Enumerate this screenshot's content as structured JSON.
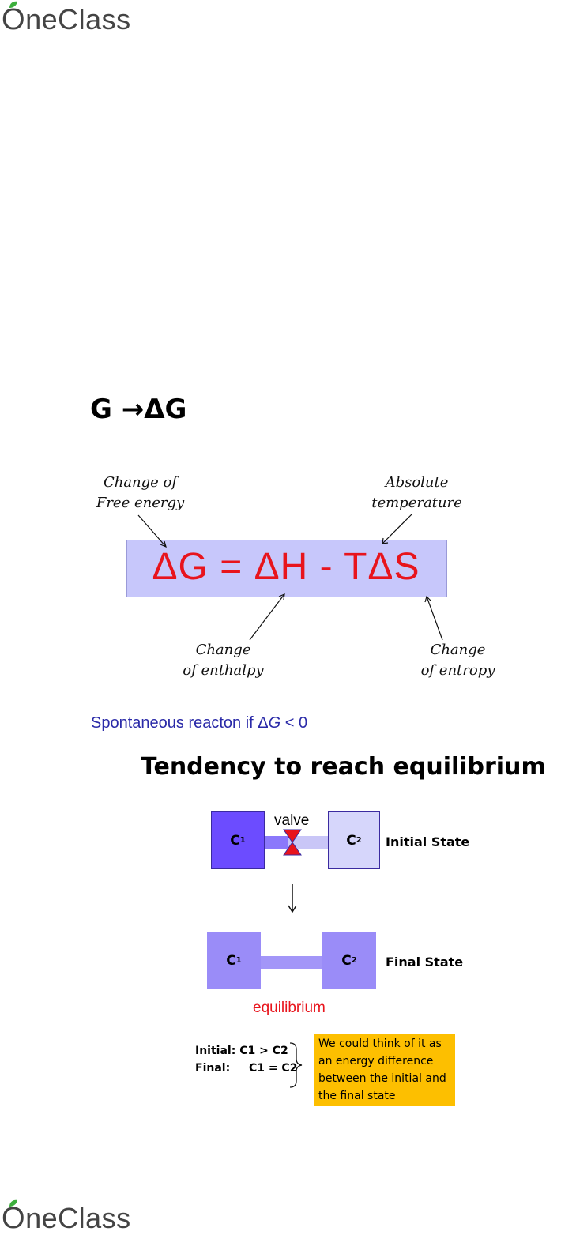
{
  "logo_top": {
    "o": "O",
    "rest": "neClass"
  },
  "logo_bottom": {
    "o": "O",
    "rest": "neClass"
  },
  "heading": "G →ΔG",
  "annotations": {
    "free_energy_1": "Change of",
    "free_energy_2": "Free energy",
    "temperature_1": "Absolute",
    "temperature_2": "temperature",
    "enthalpy_1": "Change",
    "enthalpy_2": "of enthalpy",
    "entropy_1": "Change",
    "entropy_2": "of entropy"
  },
  "equation": "ΔG = ΔH - TΔS",
  "spontaneous": {
    "prefix": "Spontaneous reacton if Δ",
    "var": "G",
    "suffix": " < 0"
  },
  "tendency_title": "Tendency to reach equilibrium",
  "initial": {
    "c1": "C",
    "c2": "C",
    "sub1": "1",
    "sub2": "2",
    "valve": "valve",
    "label": "Initial State"
  },
  "final": {
    "c1": "C",
    "c2": "C",
    "sub1": "1",
    "sub2": "2",
    "label": "Final State",
    "equilibrium": "equilibrium"
  },
  "relations": {
    "initial_label": "Initial:",
    "initial_rel": "C1 > C2",
    "final_label": "Final:",
    "final_rel": "C1 = C2"
  },
  "note": "We could think of it as an energy difference between the initial and the final state",
  "colors": {
    "red": "#e8141c",
    "blue_text": "#2a2aa8",
    "note_bg": "#fdbf00",
    "box_dark": "#6c4cff",
    "box_light": "#d6d6fb",
    "box_final": "#9a8cf8"
  }
}
